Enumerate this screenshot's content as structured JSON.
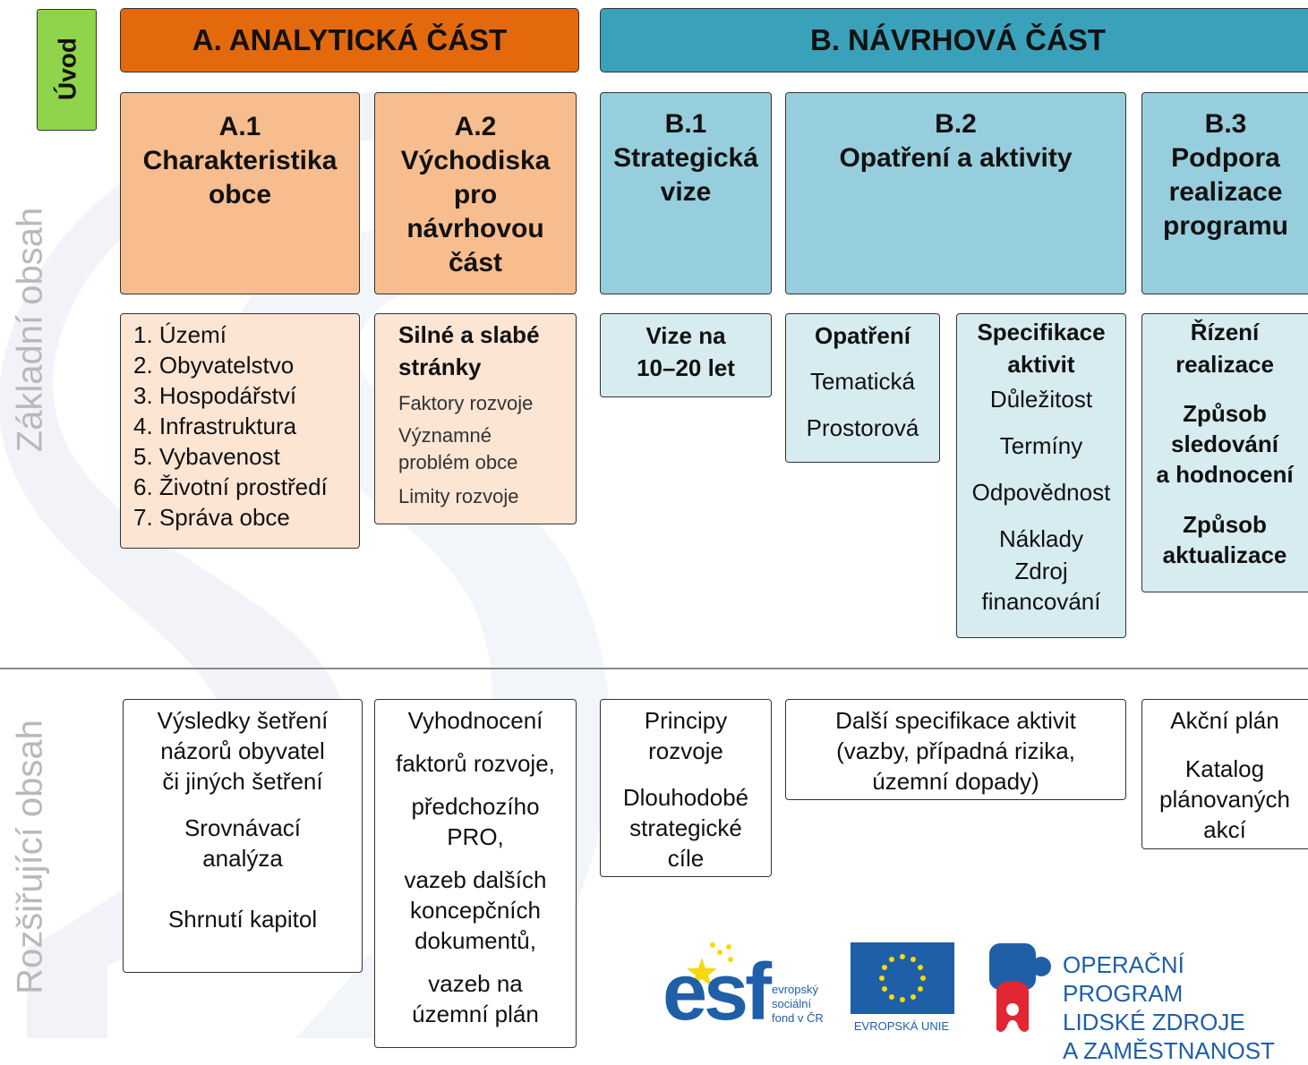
{
  "colors": {
    "orange_dark": "#e4690d",
    "orange_mid": "#f8bd8e",
    "orange_light": "#fde5d4",
    "teal_dark": "#3aa1ba",
    "teal_mid": "#97cedd",
    "teal_light": "#d6ecf1",
    "green": "#8fd44a",
    "side_label": "#b9b9b9",
    "logo_blue": "#1f5fa8",
    "logo_red": "#e32633"
  },
  "intro_label": "Úvod",
  "side_labels": {
    "basic": "Základní obsah",
    "extended": "Rozšiřující obsah"
  },
  "part_a": {
    "title": "A. ANALYTICKÁ ČÁST",
    "a1": {
      "heading": [
        "A.1",
        "Charakteristika",
        "obce"
      ],
      "items": [
        "1. Území",
        "2. Obyvatelstvo",
        "3. Hospodářství",
        "4. Infrastruktura",
        "5. Vybavenost",
        "6. Životní prostředí",
        "7. Správa obce"
      ],
      "extended": [
        "Výsledky šetření",
        "názorů obyvatel",
        "či jiných šetření",
        "Srovnávací",
        "analýza",
        "Shrnutí kapitol"
      ]
    },
    "a2": {
      "heading": [
        "A.2",
        "Východiska",
        "pro",
        "návrhovou",
        "část"
      ],
      "bold": [
        "Silné a slabé",
        "stránky"
      ],
      "items": [
        "Faktory rozvoje",
        "Významné",
        "problém obce",
        "Limity rozvoje"
      ],
      "extended": [
        "Vyhodnocení",
        "faktorů rozvoje,",
        "předchozího",
        "PRO,",
        "vazeb dalších",
        "koncepčních",
        "dokumentů,",
        "vazeb na",
        "územní plán"
      ]
    }
  },
  "part_b": {
    "title": "B. NÁVRHOVÁ ČÁST",
    "b1": {
      "heading": [
        "B.1",
        "Strategická",
        "vize"
      ],
      "bold": [
        "Vize na",
        "10–20 let"
      ],
      "extended": [
        "Principy",
        "rozvoje",
        "Dlouhodobé",
        "strategické",
        "cíle"
      ]
    },
    "b2": {
      "heading": [
        "B.2",
        "Opatření a aktivity"
      ],
      "measures_title": "Opatření",
      "measures": [
        "Tematická",
        "Prostorová"
      ],
      "activities_title": [
        "Specifikace",
        "aktivit"
      ],
      "activities": [
        "Důležitost",
        "Termíny",
        "Odpovědnost",
        "Náklady",
        "Zdroj",
        "financování"
      ],
      "extended": [
        "Další specifikace aktivit",
        "(vazby, případná rizika,",
        "územní dopady)"
      ]
    },
    "b3": {
      "heading": [
        "B.3",
        "Podpora",
        "realizace",
        "programu"
      ],
      "bold": [
        "Řízení",
        "realizace",
        "Způsob",
        "sledování",
        "a hodnocení",
        "Způsob",
        "aktualizace"
      ],
      "extended": [
        "Akční plán",
        "Katalog",
        "plánovaných",
        "akcí"
      ]
    }
  },
  "logos": {
    "esf_letters": "esf",
    "esf_caption": [
      "evropský",
      "sociální",
      "fond v  ČR"
    ],
    "eu_caption": "EVROPSKÁ UNIE",
    "op_caption": [
      "OPERAČNÍ PROGRAM",
      "LIDSKÉ ZDROJE",
      "A ZAMĚSTNANOST"
    ]
  }
}
